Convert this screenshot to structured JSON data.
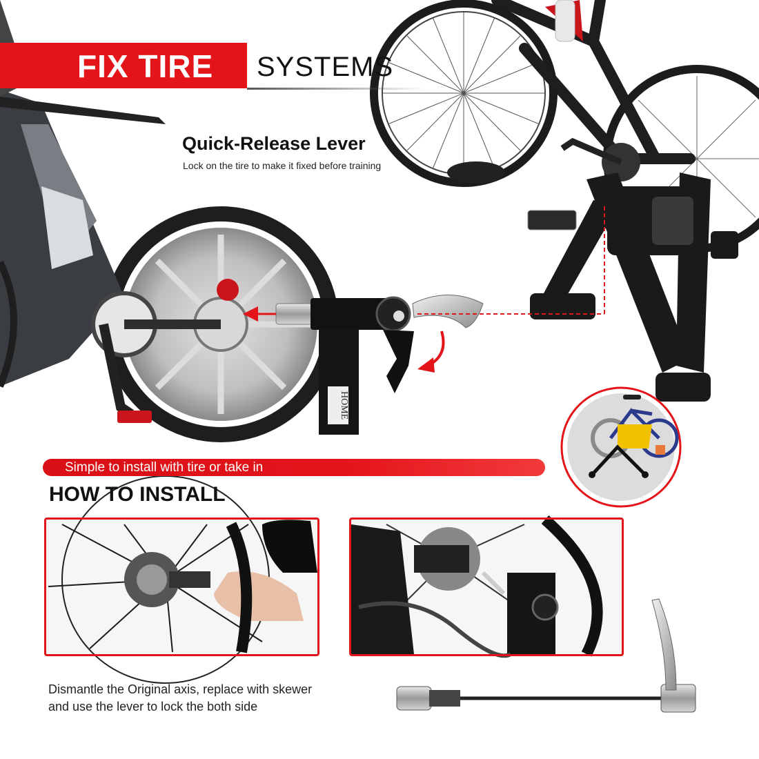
{
  "header": {
    "title": "FIX TIRE",
    "subtitle": "SYSTEMS"
  },
  "feature": {
    "title": "Quick-Release Lever",
    "subtitle": "Lock on the tire to make it fixed before training"
  },
  "bracket_brand": "HOME",
  "install": {
    "banner": "Simple to install with tire or take in",
    "heading": "HOW TO INSTALL",
    "description_line1": "Dismantle the Original axis, replace with skewer",
    "description_line2": "and use the lever to lock the both side"
  },
  "colors": {
    "accent": "#e4141b",
    "dark": "#1a1a1a",
    "metal": "#b9bcc0"
  }
}
